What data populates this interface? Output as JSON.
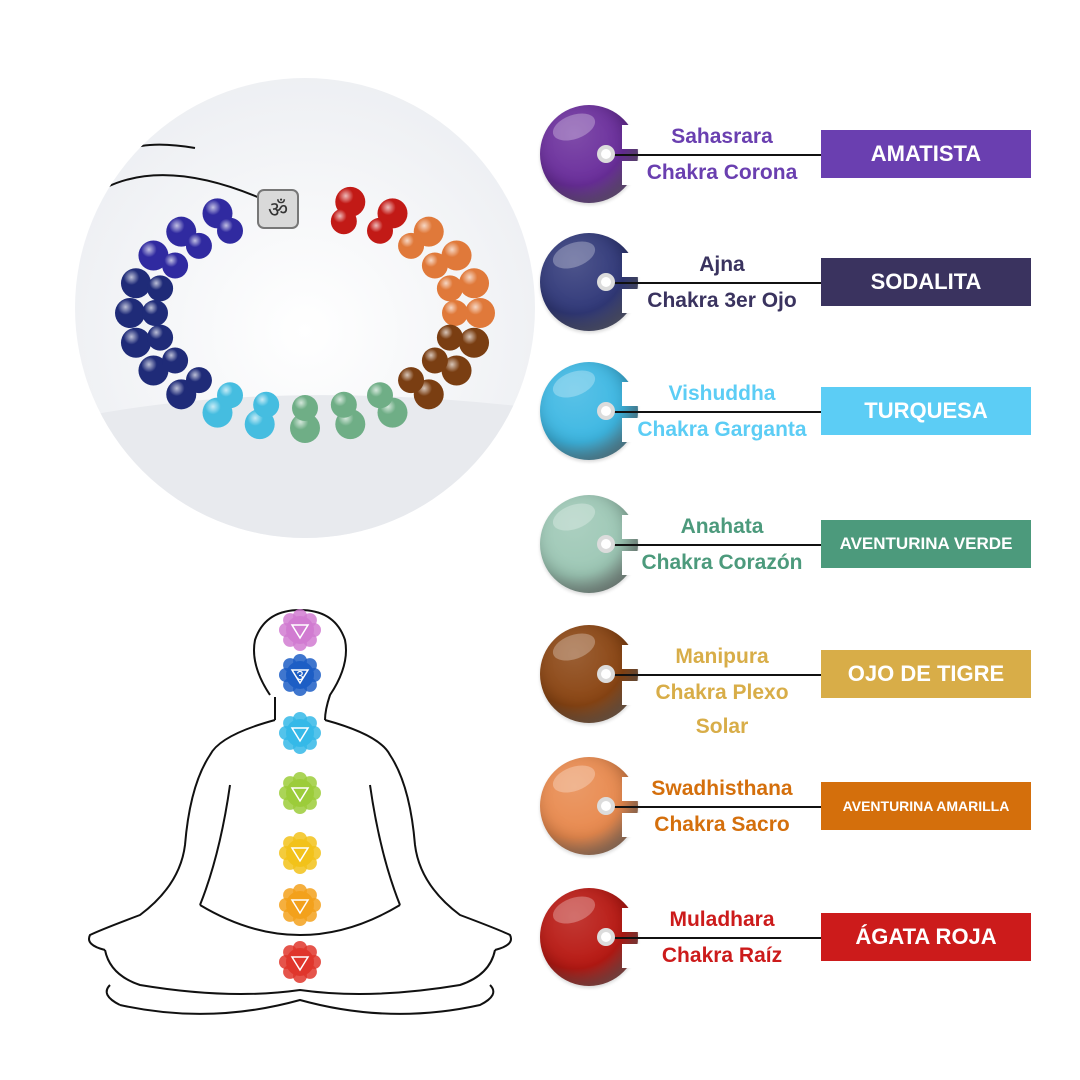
{
  "chakras": [
    {
      "sanskrit": "Sahasrara",
      "chakra": "Chakra Corona",
      "stone": "AMATISTA",
      "color": "#6a3fb0",
      "bead": "#6b2f9c"
    },
    {
      "sanskrit": "Ajna",
      "chakra": "Chakra 3er Ojo",
      "stone": "SODALITA",
      "color": "#3a335f",
      "bead": "#323a7a"
    },
    {
      "sanskrit": "Vishuddha",
      "chakra": "Chakra Garganta",
      "stone": "TURQUESA",
      "color": "#5ccdf5",
      "bead": "#3fb8e3"
    },
    {
      "sanskrit": "Anahata",
      "chakra": "Chakra Corazón",
      "stone": "AVENTURINA VERDE",
      "color": "#4c9a7c",
      "bead": "#9ec8b6"
    },
    {
      "sanskrit": "Manipura",
      "chakra": "Chakra Plexo",
      "chakra_line3": "Solar",
      "stone": "OJO DE TIGRE",
      "color": "#d8ad48",
      "bead": "#8b4614"
    },
    {
      "sanskrit": "Swadhisthana",
      "chakra": "Chakra Sacro",
      "stone": "AVENTURINA AMARILLA",
      "color": "#d46f0c",
      "bead": "#e88a4f"
    },
    {
      "sanskrit": "Muladhara",
      "chakra": "Chakra Raíz",
      "stone": "ÁGATA ROJA",
      "color": "#cc1b1b",
      "bead": "#b81a14"
    }
  ],
  "meditation_figure": {
    "third_eye_number": "3"
  },
  "bracelet_charm": {
    "symbol": "ॐ"
  }
}
